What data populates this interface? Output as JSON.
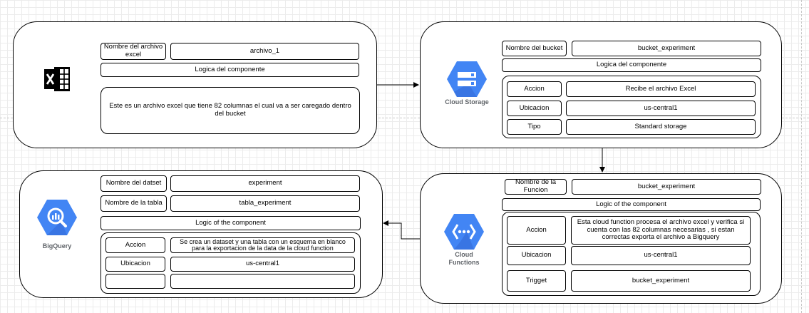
{
  "colors": {
    "gcp_blue": "#4285f4",
    "gcp_blue_dark": "#3367d6",
    "excel_black": "#000000",
    "line": "#000000"
  },
  "excel_card": {
    "icon": "excel-file-icon",
    "name_label": "Nombre del archivo excel",
    "name_value": "archivo_1",
    "logic_label": "Logica del componente",
    "description": "Este es un archivo excel que tiene 82 columnas el cual va a ser caregado dentro del bucket"
  },
  "storage_card": {
    "icon": "cloud-storage-icon",
    "icon_label": "Cloud Storage",
    "name_label": "Nombre del bucket",
    "name_value": "bucket_experiment",
    "logic_label": "Logica del componente",
    "rows": [
      {
        "label": "Accion",
        "value": "Recibe el archivo Excel"
      },
      {
        "label": "Ubicacion",
        "value": "us-central1"
      },
      {
        "label": "Tipo",
        "value": "Standard storage"
      }
    ]
  },
  "function_card": {
    "icon": "cloud-functions-icon",
    "icon_label": "Cloud Functions",
    "name_label": "Nombre de la Funcion",
    "name_value": "bucket_experiment",
    "logic_label": "Logic of the component",
    "rows": [
      {
        "label": "Accion",
        "value": "Esta cloud function procesa el archivo excel y verifica si cuenta con las 82 columnas necesarias , si estan correctas exporta el archivo a Bigquery"
      },
      {
        "label": "Ubicacion",
        "value": "us-central1"
      },
      {
        "label": "Trigget",
        "value": "bucket_experiment"
      }
    ]
  },
  "bigquery_card": {
    "icon": "bigquery-icon",
    "icon_label": "BigQuery",
    "dataset_label": "Nombre del datset",
    "dataset_value": "experiment",
    "table_label": "Nombre de la tabla",
    "table_value": "tabla_experiment",
    "logic_label": "Logic of the component",
    "rows": [
      {
        "label": "Accion",
        "value": "Se crea un dataset y una tabla con un esquema en blanco para la exportacion de la data de la cloud function"
      },
      {
        "label": "Ubicacion",
        "value": "us-central1"
      },
      {
        "label": "",
        "value": ""
      }
    ]
  }
}
